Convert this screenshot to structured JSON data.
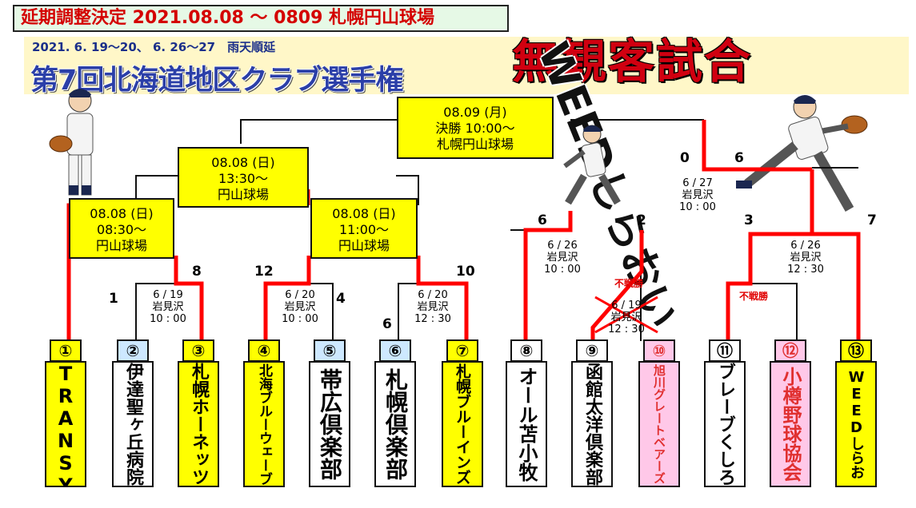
{
  "notice": "延期調整決定 2021.08.08 ～ 0809 札幌円山球場",
  "header": {
    "dates": "2021. 6. 19～20、 6. 26～27　雨天順延",
    "title": "第7回北海道地区クラブ選手権",
    "no_spectators": "無観客試合",
    "overlay_team": "WEEDしらおい"
  },
  "final": {
    "date": "08.09 (月)",
    "time": "決勝 10:00～",
    "venue": "札幌円山球場"
  },
  "semi_left": {
    "date": "08.08 (日)",
    "time": "13:30～",
    "venue": "円山球場"
  },
  "qf1": {
    "date": "08.08 (日)",
    "time": "08:30～",
    "venue": "円山球場"
  },
  "qf2": {
    "date": "08.08 (日)",
    "time": "11:00～",
    "venue": "円山球場"
  },
  "games": [
    {
      "date": "6 / 19",
      "venue": "岩見沢",
      "time": "10 : 00"
    },
    {
      "date": "6 / 20",
      "venue": "岩見沢",
      "time": "10 : 00"
    },
    {
      "date": "6 / 20",
      "venue": "岩見沢",
      "time": "12 : 30"
    },
    {
      "date": "6 / 26",
      "venue": "岩見沢",
      "time": "10 : 00"
    },
    {
      "date": "6 / 19",
      "venue": "岩見沢",
      "time": "12 : 30"
    },
    {
      "date": "6 / 26",
      "venue": "岩見沢",
      "time": "12 : 30"
    },
    {
      "date": "6 / 27",
      "venue": "岩見沢",
      "time": "10 : 00"
    }
  ],
  "scores": {
    "g1_left": "1",
    "g1_right": "8",
    "g2_left": "12",
    "g2_right": "4",
    "g3_left": "6",
    "g3_right": "10",
    "g4_left": "6",
    "g4_right": "2",
    "g6_left": "3",
    "g6_right": "7",
    "g7_left": "0",
    "g7_right": "6"
  },
  "forfeit_label": "不戦勝",
  "teams": [
    {
      "num": "①",
      "name": "TRANSYS",
      "color": "yellow"
    },
    {
      "num": "②",
      "name": "伊達聖ヶ丘病院",
      "color": "blue"
    },
    {
      "num": "③",
      "name": "札幌ホーネッツ",
      "color": "yellow"
    },
    {
      "num": "④",
      "name": "北海ブルーウェーブ",
      "color": "yellow"
    },
    {
      "num": "⑤",
      "name": "帯広倶楽部",
      "color": "blue"
    },
    {
      "num": "⑥",
      "name": "札幌倶楽部",
      "color": "blue"
    },
    {
      "num": "⑦",
      "name": "札幌ブルーインズ",
      "color": "yellow"
    },
    {
      "num": "⑧",
      "name": "オール苫小牧",
      "color": "white"
    },
    {
      "num": "⑨",
      "name": "函館太洋倶楽部",
      "color": "white"
    },
    {
      "num": "⑩",
      "name": "旭川グレートベアーズ",
      "color": "pink"
    },
    {
      "num": "⑪",
      "name": "ブレーブくしろ",
      "color": "white"
    },
    {
      "num": "⑫",
      "name": "小樽野球協会",
      "color": "pink"
    },
    {
      "num": "⑬",
      "name": "WEEDしらおい",
      "color": "yellow"
    }
  ],
  "colors": {
    "winner_line": "#ff0000",
    "bracket_line": "#111111",
    "yellow_box": "#ffff00"
  }
}
